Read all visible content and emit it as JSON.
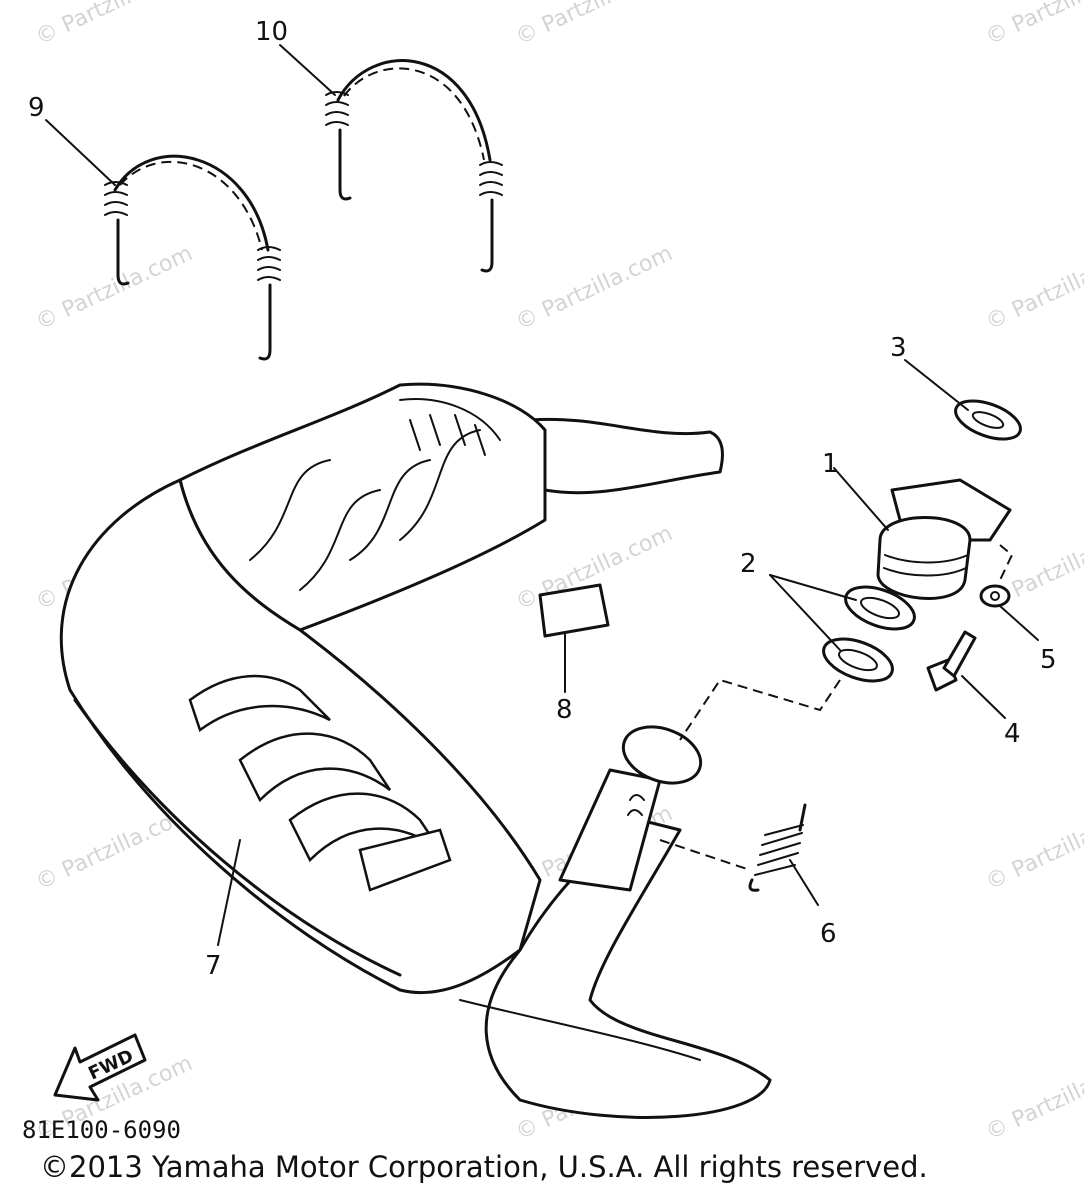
{
  "diagram": {
    "callouts": [
      "1",
      "2",
      "3",
      "4",
      "5",
      "6",
      "7",
      "8",
      "9",
      "10"
    ],
    "diagram_code": "81E100-6090",
    "direction_label": "FWD",
    "watermark_text": "© Partzilla.com",
    "copyright": "©2013  Yamaha Motor Corporation, U.S.A. All rights reserved."
  }
}
